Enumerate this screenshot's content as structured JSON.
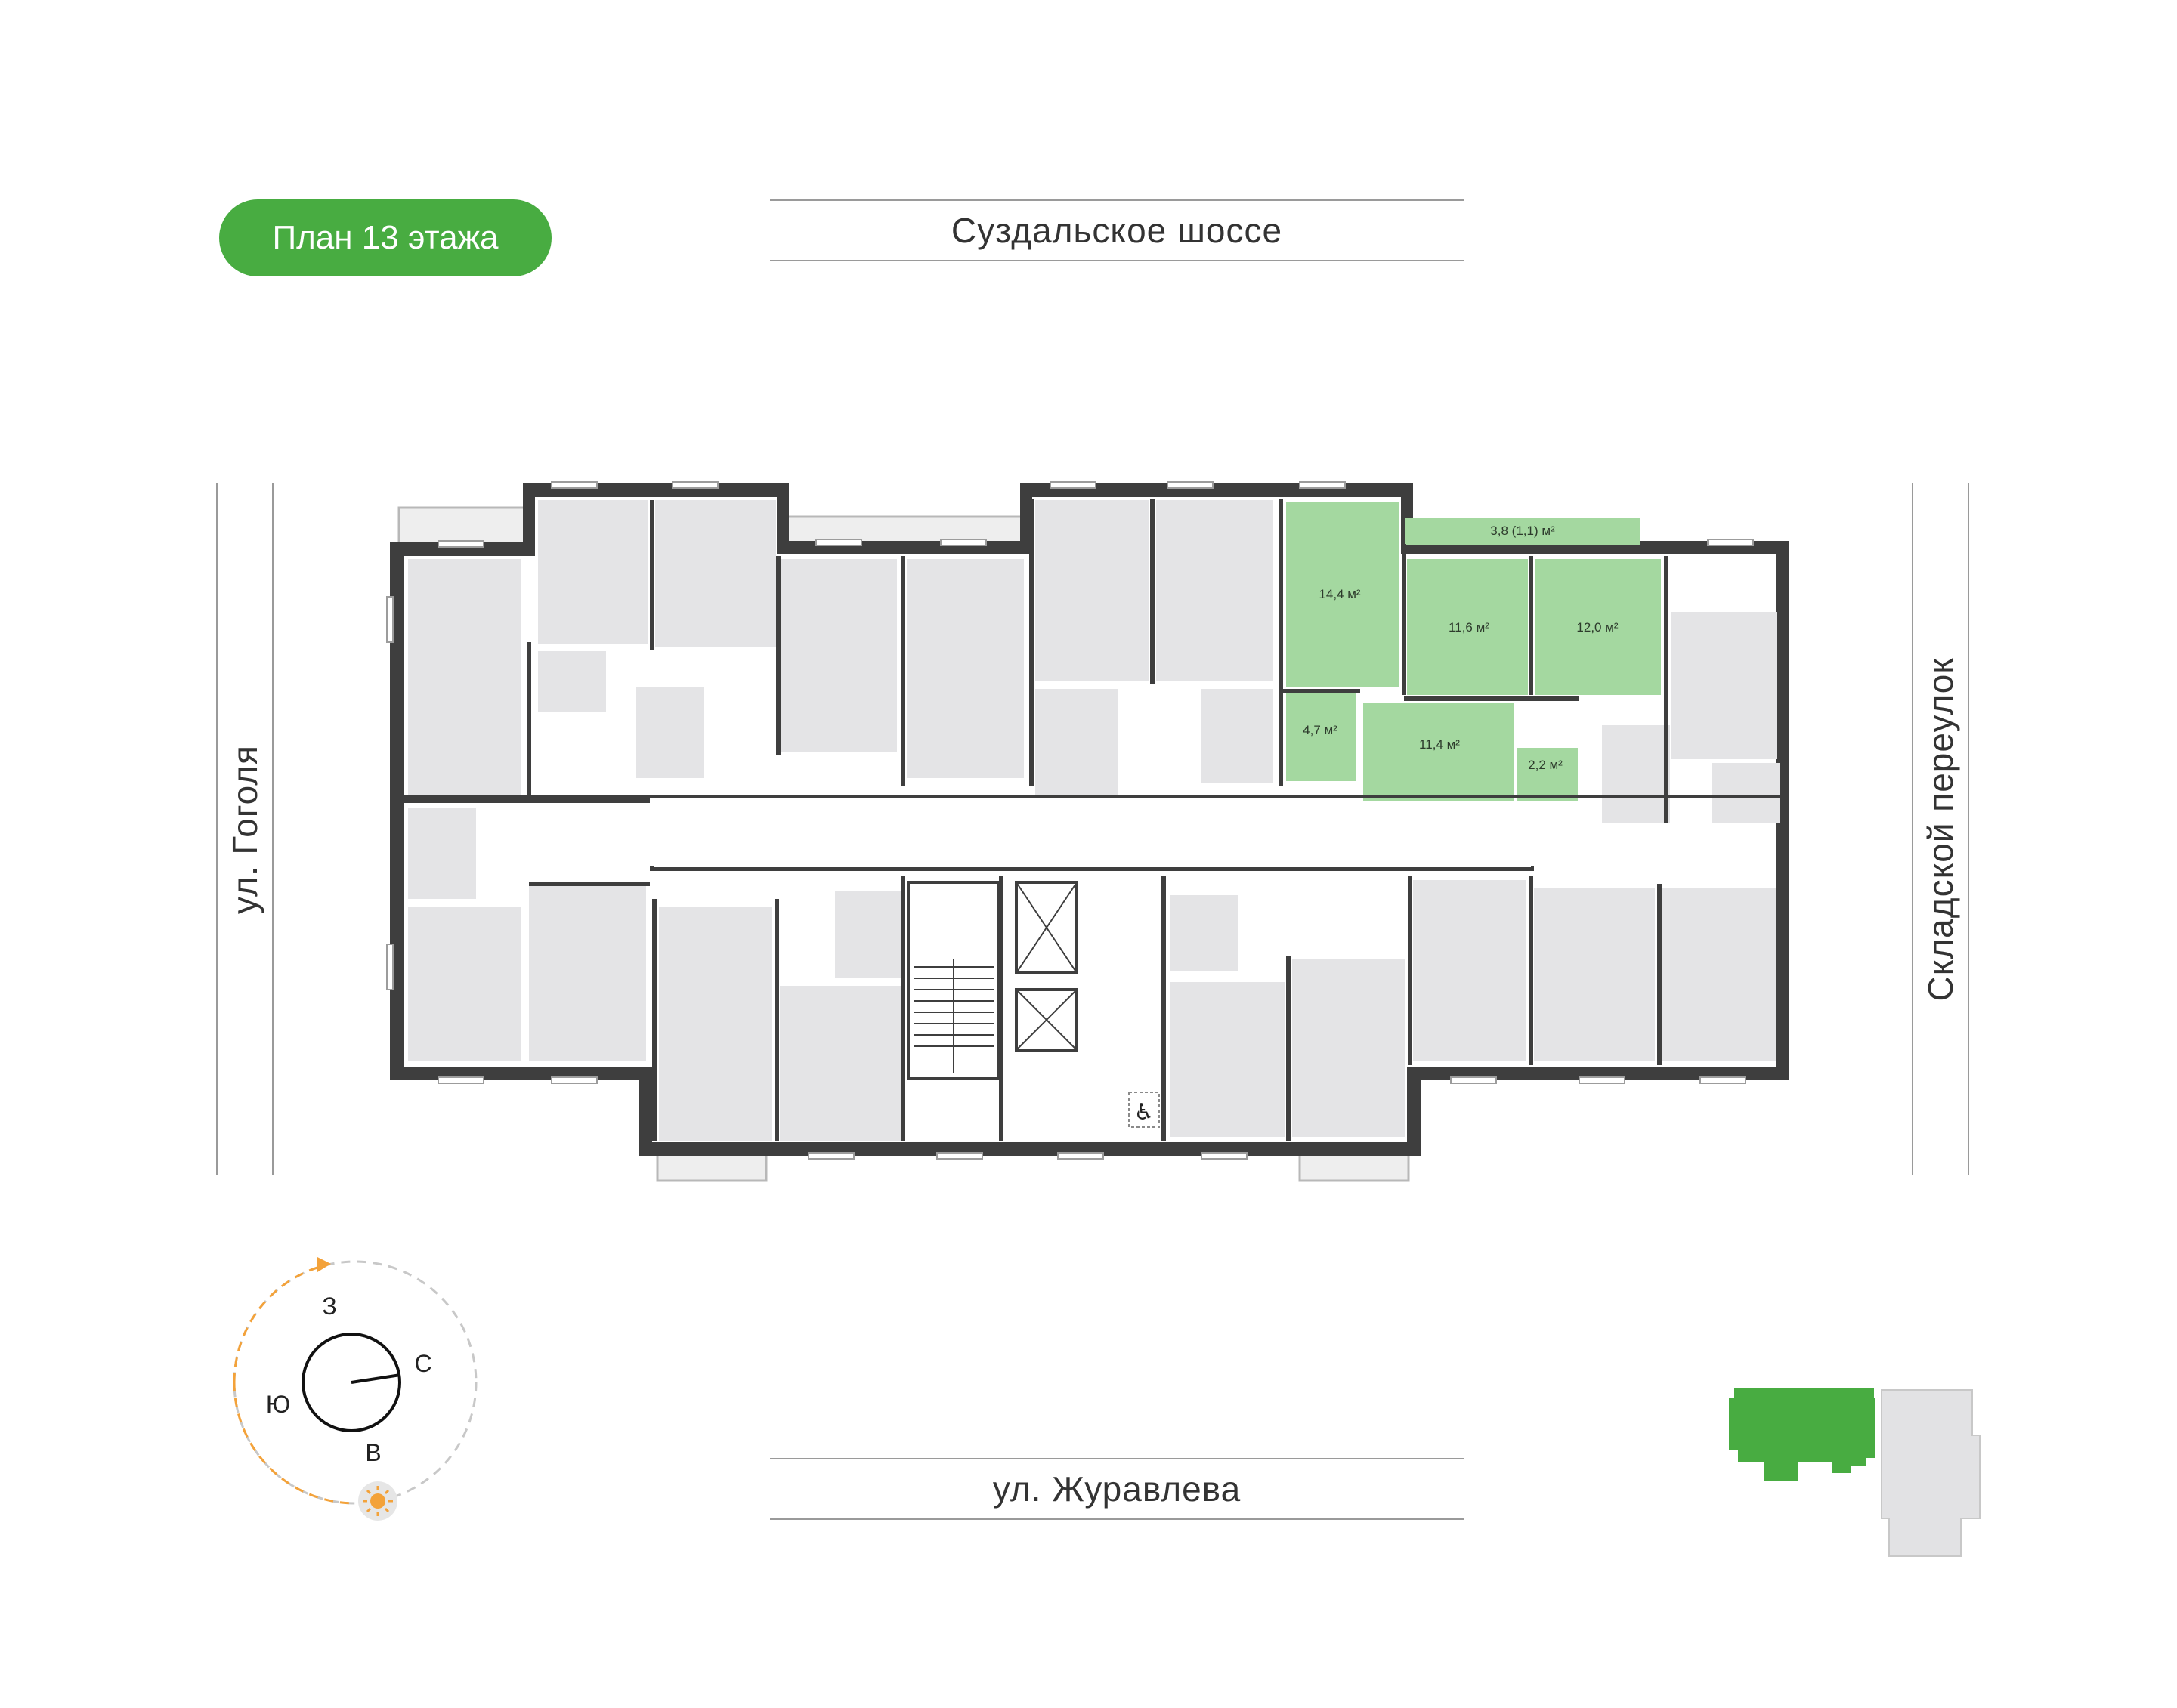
{
  "header": {
    "floor_label": "План 13 этажа"
  },
  "streets": {
    "top": "Суздальское шоссе",
    "bottom": "ул. Журавлева",
    "left": "ул. Гоголя",
    "right": "Складской переулок"
  },
  "apartment": {
    "rooms": [
      {
        "name": "room-1",
        "area": "14,4 м²"
      },
      {
        "name": "room-2",
        "area": "11,6 м²"
      },
      {
        "name": "room-3",
        "area": "12,0 м²"
      },
      {
        "name": "room-4",
        "area": "4,7 м²"
      },
      {
        "name": "room-5",
        "area": "11,4 м²"
      },
      {
        "name": "room-6",
        "area": "2,2 м²"
      }
    ],
    "balcony": {
      "area": "3,8 (1,1) м²"
    }
  },
  "compass": {
    "north": "С",
    "south": "Ю",
    "east": "В",
    "west": "З"
  },
  "colors": {
    "accent": "#48ac41",
    "highlight_room": "#a4d8a0",
    "room_fill": "#e4e4e6",
    "wall": "#3e3e3e",
    "sun": "#f3a23a"
  },
  "icons": [
    "wheelchair-icon",
    "sun-icon",
    "compass-icon"
  ]
}
